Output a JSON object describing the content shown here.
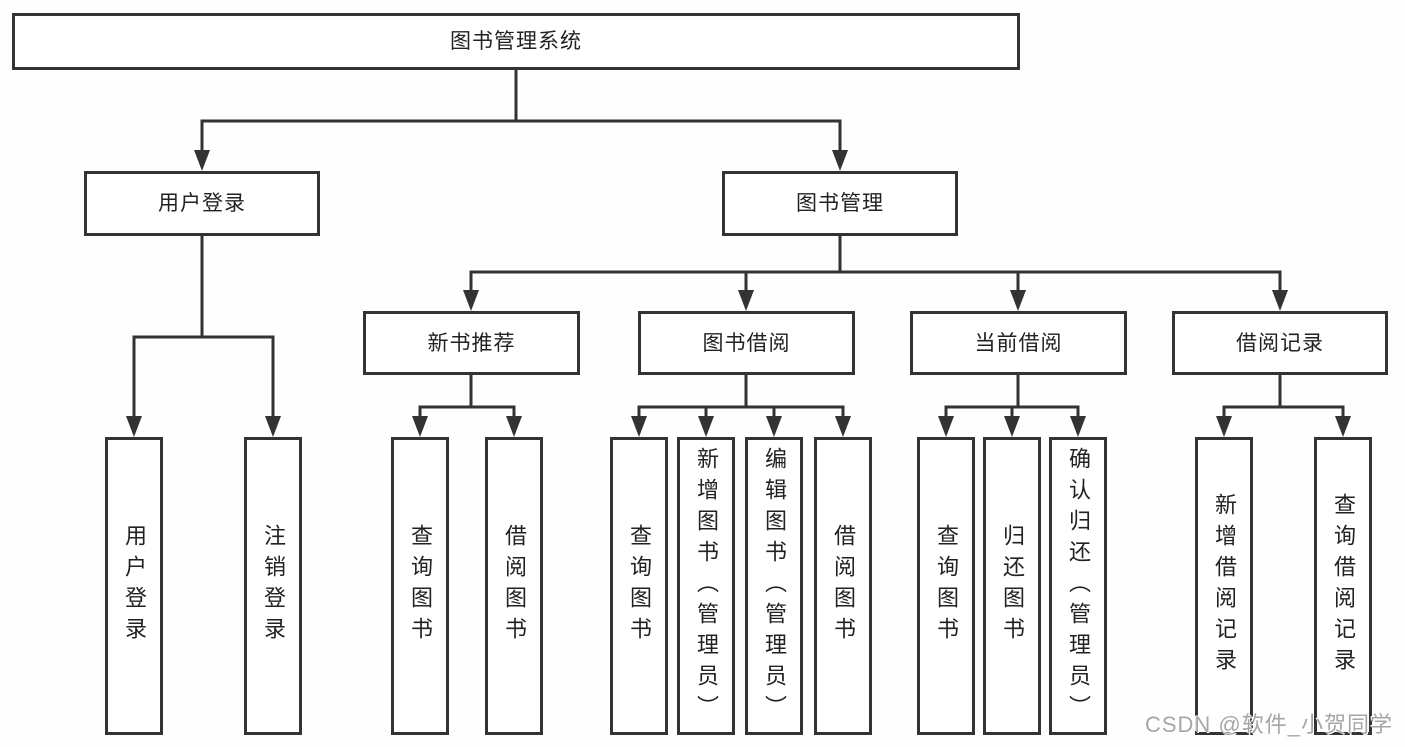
{
  "tree": {
    "root": {
      "label": "图书管理系统"
    },
    "level2": [
      {
        "label": "用户登录",
        "children": [
          {
            "label": "用户登录"
          },
          {
            "label": "注销登录"
          }
        ]
      },
      {
        "label": "图书管理",
        "children": [
          {
            "label": "新书推荐",
            "children": [
              {
                "label": "查询图书"
              },
              {
                "label": "借阅图书"
              }
            ]
          },
          {
            "label": "图书借阅",
            "children": [
              {
                "label": "查询图书"
              },
              {
                "label": "新增图书（管理员）"
              },
              {
                "label": "编辑图书（管理员）"
              },
              {
                "label": "借阅图书"
              }
            ]
          },
          {
            "label": "当前借阅",
            "children": [
              {
                "label": "查询图书"
              },
              {
                "label": "归还图书"
              },
              {
                "label": "确认归还（管理员）"
              }
            ]
          },
          {
            "label": "借阅记录",
            "children": [
              {
                "label": "新增借阅记录"
              },
              {
                "label": "查询借阅记录"
              }
            ]
          }
        ]
      }
    ]
  },
  "watermark": {
    "text": "CSDN @软件_小贺同学"
  },
  "colors": {
    "line": "#333333",
    "border": "#333333",
    "text": "#222222",
    "watermark": "#a6a6a6",
    "bg": "#fefefe"
  }
}
